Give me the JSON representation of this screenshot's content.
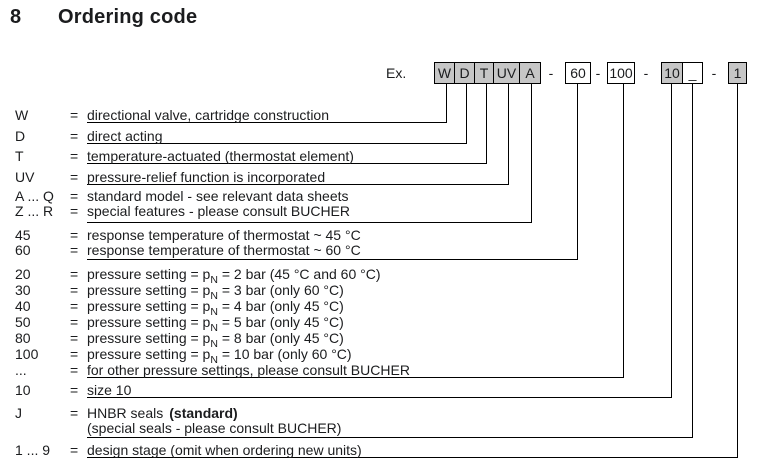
{
  "title": {
    "number": "8",
    "text": "Ordering code"
  },
  "example": {
    "label": "Ex."
  },
  "equals": "=",
  "separator": "-",
  "colors": {
    "box_gray": "#c6c6c6",
    "box_white": "#ffffff",
    "line": "#000000",
    "text": "#1b1c1e"
  },
  "code_boxes": [
    {
      "label": "W",
      "fill": "gray"
    },
    {
      "label": "D",
      "fill": "gray"
    },
    {
      "label": "T",
      "fill": "gray"
    },
    {
      "label": "UV",
      "fill": "gray"
    },
    {
      "label": "A",
      "fill": "gray"
    },
    {
      "label": "60",
      "fill": "white"
    },
    {
      "label": "100",
      "fill": "white"
    },
    {
      "label": "10",
      "fill": "gray"
    },
    {
      "label": "_",
      "fill": "white"
    },
    {
      "label": "1",
      "fill": "gray"
    }
  ],
  "legend": [
    {
      "code": "W",
      "desc": "directional valve, cartridge construction"
    },
    {
      "code": "D",
      "desc": "direct acting"
    },
    {
      "code": "T",
      "desc": "temperature-actuated (thermostat element)"
    },
    {
      "code": "UV",
      "desc": "pressure-relief function is incorporated"
    },
    {
      "code": "A ... Q",
      "desc": "standard model - see relevant data sheets"
    },
    {
      "code": "Z ... R",
      "desc": "special features - please consult BUCHER"
    },
    {
      "code": "45",
      "desc": "response temperature of thermostat ~ 45 °C"
    },
    {
      "code": "60",
      "desc": "response temperature of thermostat ~ 60 °C"
    },
    {
      "code": "20",
      "pre": "pressure setting = p",
      "sub": "N",
      "post": " = 2 bar (45 °C and 60 °C)"
    },
    {
      "code": "30",
      "pre": "pressure setting = p",
      "sub": "N",
      "post": " = 3 bar (only 60 °C)"
    },
    {
      "code": "40",
      "pre": "pressure setting = p",
      "sub": "N",
      "post": " = 4 bar (only 45 °C)"
    },
    {
      "code": "50",
      "pre": "pressure setting = p",
      "sub": "N",
      "post": " = 5 bar (only 45 °C)"
    },
    {
      "code": "80",
      "pre": "pressure setting = p",
      "sub": "N",
      "post": " = 8 bar (only 45 °C)"
    },
    {
      "code": "100",
      "pre": "pressure setting = p",
      "sub": "N",
      "post": " = 10 bar (only 60 °C)"
    },
    {
      "code": "...",
      "desc": "for other pressure settings, please consult BUCHER"
    },
    {
      "code": "10",
      "desc": "size 10"
    },
    {
      "code": "J",
      "pre": "HNBR seals",
      "bold": "(standard)"
    },
    {
      "desc": "(special seals - please consult BUCHER)"
    },
    {
      "code": "1 ... 9",
      "desc": "design stage (omit when ordering new units)"
    }
  ]
}
